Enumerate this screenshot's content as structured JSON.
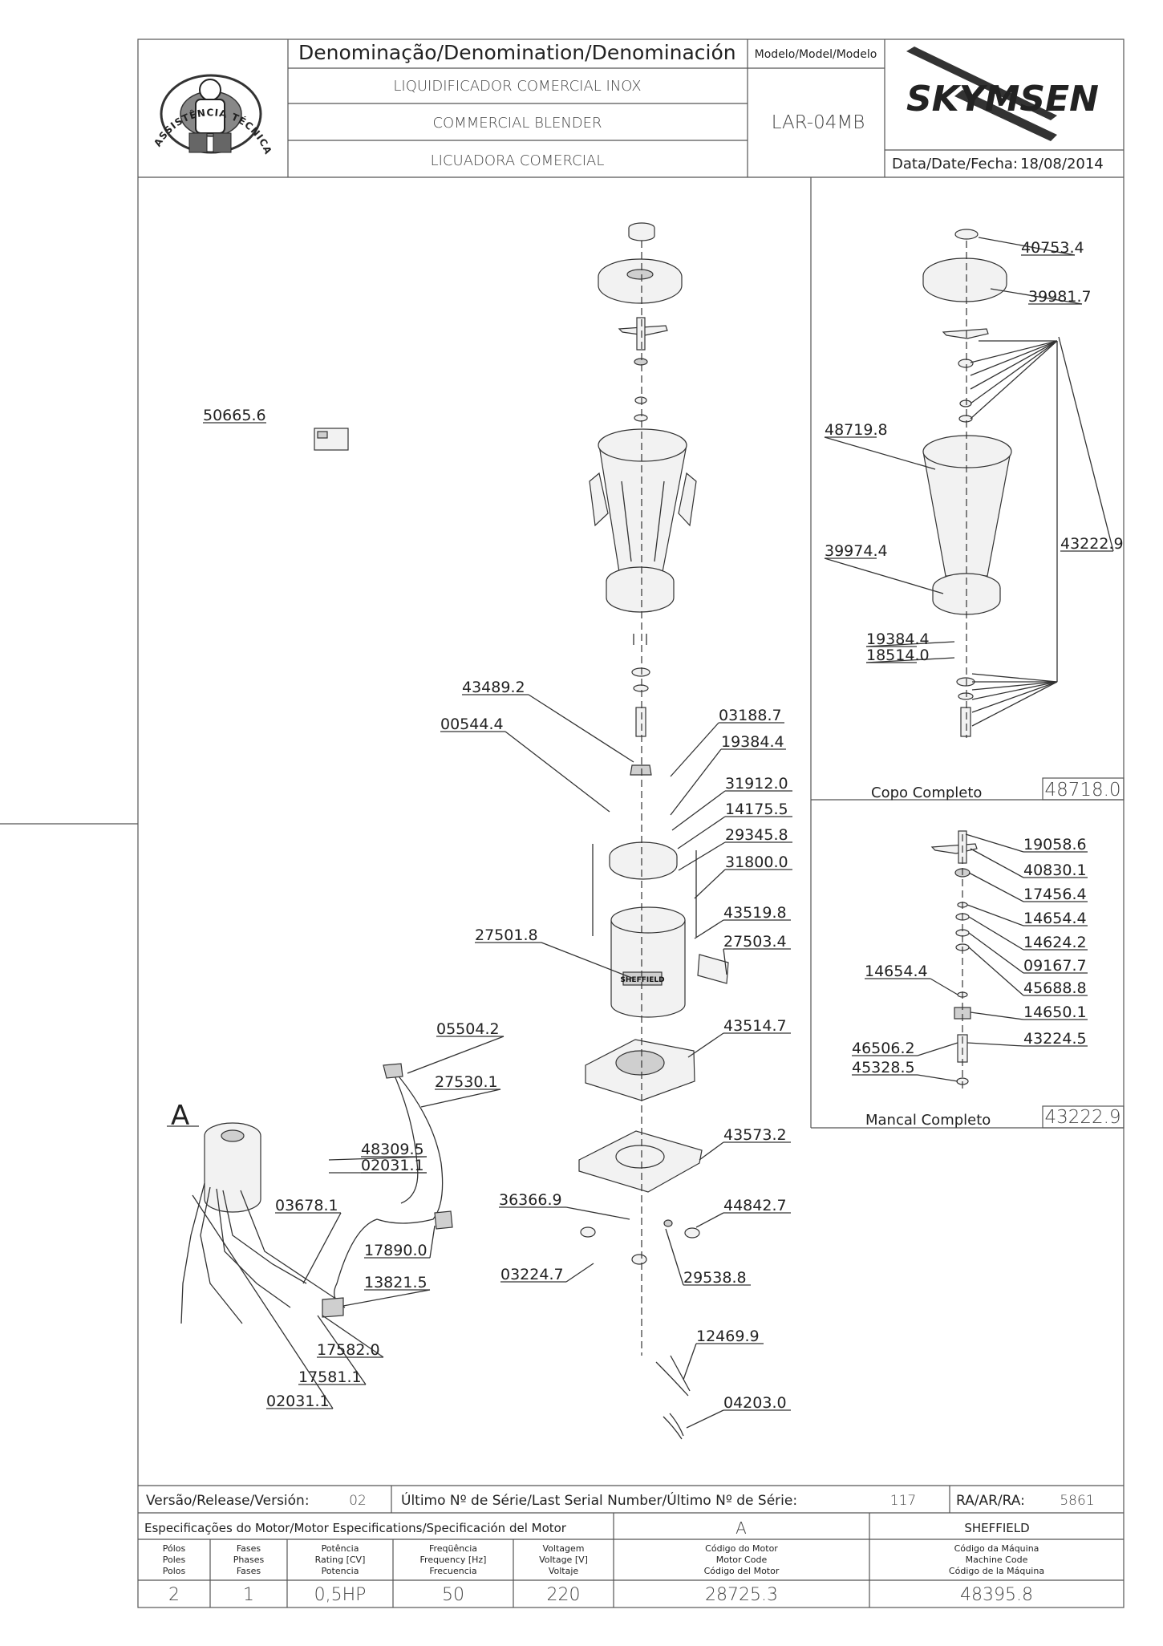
{
  "header": {
    "denomination_label": "Denominação/Denomination/Denominación",
    "names": [
      "LIQUIDIFICADOR COMERCIAL INOX",
      "COMMERCIAL BLENDER",
      "LICUADORA COMERCIAL"
    ],
    "model_label": "Modelo/Model/Modelo",
    "model_value": "LAR-04MB",
    "brand": "SKYMSEN",
    "date_label": "Data/Date/Fecha:",
    "date_value": "18/08/2014",
    "logo_text": "ASSISTÊNCIA TÉCNICA AUTORIZADA"
  },
  "main_parts": [
    {
      "code": "50665.6"
    },
    {
      "code": "43489.2"
    },
    {
      "code": "00544.4"
    },
    {
      "code": "03188.7"
    },
    {
      "code": "19384.4"
    },
    {
      "code": "31912.0"
    },
    {
      "code": "14175.5"
    },
    {
      "code": "29345.8"
    },
    {
      "code": "31800.0"
    },
    {
      "code": "43519.8"
    },
    {
      "code": "27501.8"
    },
    {
      "code": "27503.4"
    },
    {
      "code": "05504.2"
    },
    {
      "code": "27530.1"
    },
    {
      "code": "43514.7"
    },
    {
      "code": "48309.5"
    },
    {
      "code": "02031.1"
    },
    {
      "code": "03678.1"
    },
    {
      "code": "43573.2"
    },
    {
      "code": "36366.9"
    },
    {
      "code": "44842.7"
    },
    {
      "code": "17890.0"
    },
    {
      "code": "13821.5"
    },
    {
      "code": "03224.7"
    },
    {
      "code": "29538.8"
    },
    {
      "code": "17582.0"
    },
    {
      "code": "17581.1"
    },
    {
      "code": "02031.1"
    },
    {
      "code": "12469.9"
    },
    {
      "code": "04203.0"
    }
  ],
  "detail_a_letter": "A",
  "sticker_text": "SHEFFIELD",
  "copo_panel": {
    "title": "Copo Completo",
    "code": "48718.0",
    "parts": [
      "40753.4",
      "39981.7",
      "48719.8",
      "43222.9",
      "39974.4",
      "19384.4",
      "18514.0"
    ]
  },
  "mancal_panel": {
    "title": "Mancal Completo",
    "code": "43222.9",
    "parts": [
      "19058.6",
      "40830.1",
      "17456.4",
      "14654.4",
      "14624.2",
      "14654.4",
      "09167.7",
      "45688.8",
      "14650.1",
      "46506.2",
      "43224.5",
      "45328.5"
    ]
  },
  "footer": {
    "version_label": "Versão/Release/Versión:",
    "version_value": "02",
    "serial_label": "Último Nº de Série/Last Serial Number/Último Nº de Série:",
    "serial_value": "117",
    "ra_label": "RA/AR/RA:",
    "ra_value": "5861",
    "motor_spec_label": "Especificações do Motor/Motor Especifications/Specificación del Motor",
    "motor_spec_value": "A",
    "machine_name": "SHEFFIELD",
    "columns": [
      {
        "header": [
          "Pólos",
          "Poles",
          "Polos"
        ],
        "value": "2"
      },
      {
        "header": [
          "Fases",
          "Phases",
          "Fases"
        ],
        "value": "1"
      },
      {
        "header": [
          "Potência",
          "Rating [CV]",
          "Potencia"
        ],
        "value": "0,5HP"
      },
      {
        "header": [
          "Freqüência",
          "Frequency [Hz]",
          "Frecuencia"
        ],
        "value": "50"
      },
      {
        "header": [
          "Voltagem",
          "Voltage [V]",
          "Voltaje"
        ],
        "value": "220"
      },
      {
        "header": [
          "Código do Motor",
          "Motor Code",
          "Código del Motor"
        ],
        "value": "28725.3"
      },
      {
        "header": [
          "Código da Máquina",
          "Machine Code",
          "Código de la Máquina"
        ],
        "value": "48395.8"
      }
    ]
  }
}
